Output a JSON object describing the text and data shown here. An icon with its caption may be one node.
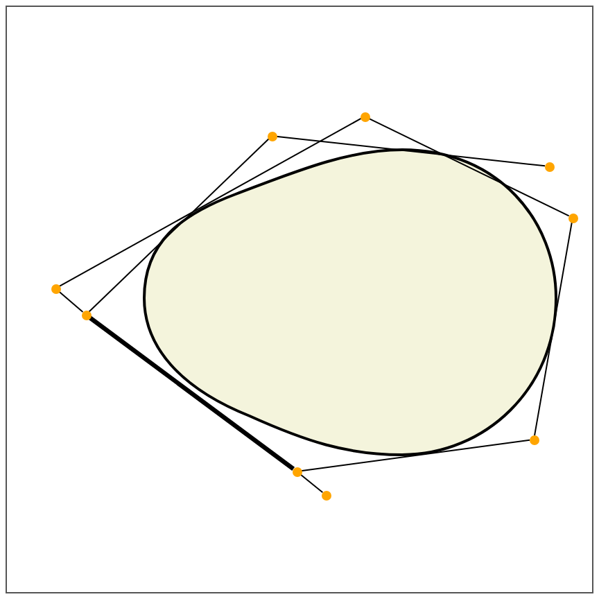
{
  "diagram": {
    "nodes": [
      {
        "text": [],
        "shape": "circle"
      },
      {
        "text": [],
        "shape": "circle"
      },
      {
        "text": [],
        "shape": "circle"
      },
      {
        "text": [],
        "shape": "circle"
      },
      {
        "text": [],
        "shape": "circle"
      },
      {
        "text": [],
        "shape": "circle"
      },
      {
        "text": [],
        "shape": "circle"
      },
      {
        "text": [],
        "shape": "circle"
      },
      {
        "text": [],
        "shape": "circle"
      }
    ],
    "edges": [
      {
        "from": 1,
        "to": 2,
        "arrow": "none"
      },
      {
        "from": 1,
        "to": 5,
        "arrow": "none"
      },
      {
        "from": 0,
        "to": 3,
        "arrow": "none"
      },
      {
        "from": 0,
        "to": 4,
        "arrow": "none"
      },
      {
        "from": 4,
        "to": 5,
        "arrow": "none"
      },
      {
        "from": 5,
        "to": 7,
        "arrow": "none",
        "style": "thick"
      },
      {
        "from": 7,
        "to": 8,
        "arrow": "none"
      },
      {
        "from": 7,
        "to": 6,
        "arrow": "none"
      },
      {
        "from": 6,
        "to": 3,
        "arrow": "none"
      }
    ]
  }
}
